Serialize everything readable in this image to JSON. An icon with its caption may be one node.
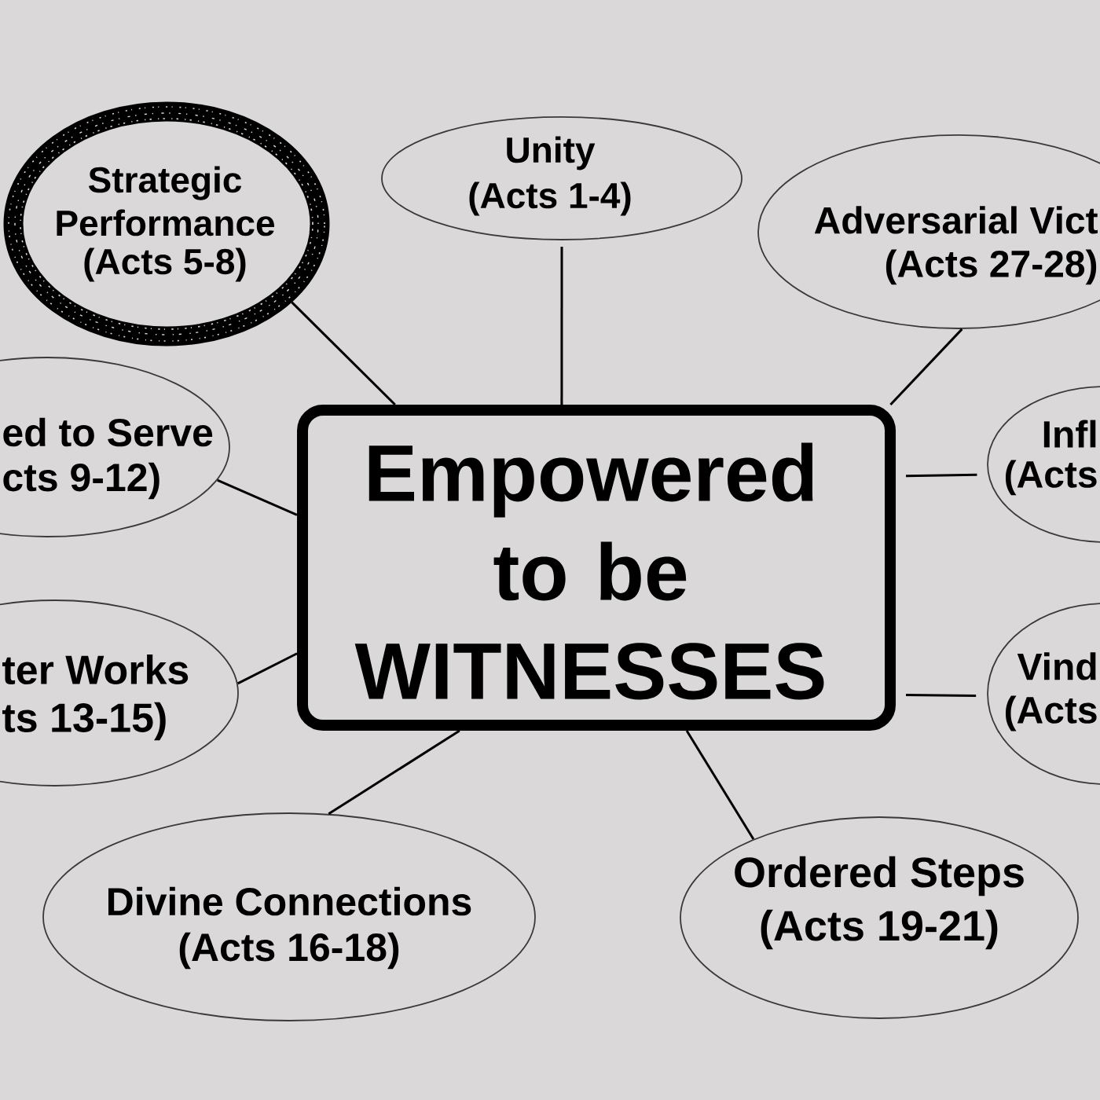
{
  "diagram": {
    "nodes": [
      {
        "text": [
          "Strategic Performance",
          "(Acts 5-8)"
        ]
      },
      {
        "text": [
          "Unity",
          "(Acts 1-4)"
        ]
      },
      {
        "text": [
          "Adversarial Vict",
          "(Acts 27-28)"
        ]
      },
      {
        "text": [
          "ed to Serve",
          "cts 9-12)"
        ]
      },
      {
        "text": [
          "Empowered to be WITNESSES"
        ]
      },
      {
        "text": [
          "Infl",
          "(Acts"
        ]
      },
      {
        "text": [
          "ter Works",
          "ts 13-15)"
        ]
      },
      {
        "text": [
          "Vind",
          "(Acts"
        ]
      },
      {
        "text": [
          "Divine Connections",
          "(Acts 16-18)"
        ]
      },
      {
        "text": [
          "Ordered Steps",
          "(Acts 19-21)"
        ]
      }
    ],
    "edges": [
      {
        "from": 4,
        "to": 0,
        "arrow": "none"
      },
      {
        "from": 4,
        "to": 1,
        "arrow": "none"
      },
      {
        "from": 4,
        "to": 2,
        "arrow": "none"
      },
      {
        "from": 4,
        "to": 3,
        "arrow": "none"
      },
      {
        "from": 4,
        "to": 5,
        "arrow": "none"
      },
      {
        "from": 4,
        "to": 6,
        "arrow": "none"
      },
      {
        "from": 4,
        "to": 7,
        "arrow": "none"
      },
      {
        "from": 4,
        "to": 8,
        "arrow": "none"
      },
      {
        "from": 4,
        "to": 9,
        "arrow": "none"
      }
    ]
  }
}
